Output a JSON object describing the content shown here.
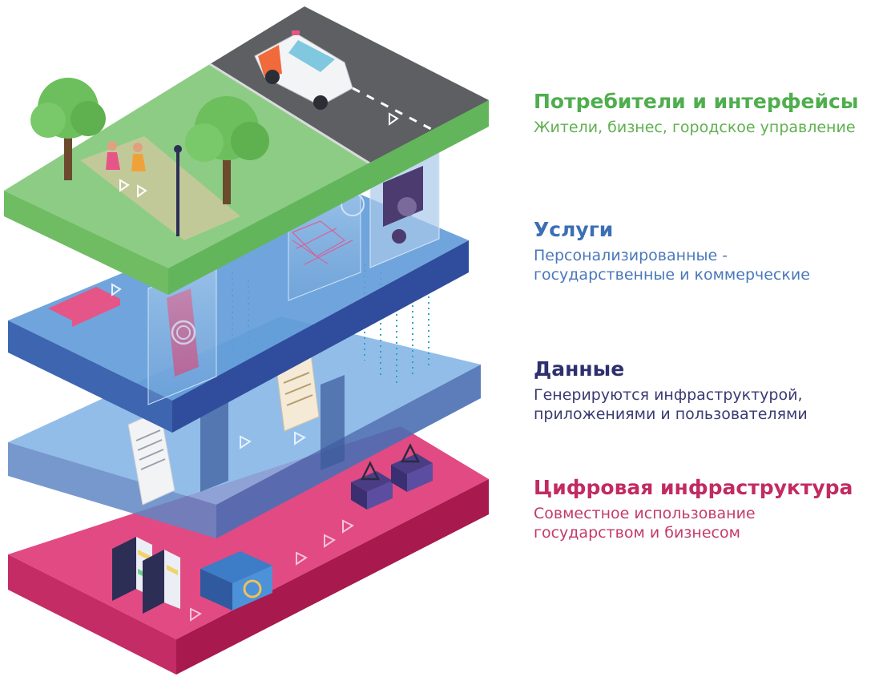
{
  "layers": [
    {
      "key": "consumers",
      "title": "Потребители и интерфейсы",
      "description": [
        "Жители, бизнес, городское управление"
      ],
      "title_color": "#4fae4d",
      "desc_color": "#5fb04f"
    },
    {
      "key": "services",
      "title": "Услуги",
      "description": [
        "Персонализированные -",
        "государственные и коммерческие"
      ],
      "title_color": "#3b6fb6",
      "desc_color": "#4a78ba"
    },
    {
      "key": "data",
      "title": "Данные",
      "description": [
        "Генерируются инфраструктурой,",
        "приложениями и пользователями"
      ],
      "title_color": "#2e2f6e",
      "desc_color": "#3a3b72"
    },
    {
      "key": "infra",
      "title": "Цифровая инфраструктура",
      "description": [
        "Совместное использование",
        "государством и бизнесом"
      ],
      "title_color": "#c22a62",
      "desc_color": "#c43a6c"
    }
  ],
  "colors": {
    "green_top": "#8dcc84",
    "green_side": "#63b55b",
    "blue_top": "#5f9bd8",
    "blue_side": "#2f4d9c",
    "data_top": "#7fb2e5",
    "data_side": "#4f72b7",
    "pink_top": "#e24a83",
    "pink_side": "#b51f57",
    "road": "#5d5f63",
    "tree": "#6cbf5c"
  },
  "icons": [
    "tree-icon",
    "car-icon",
    "runner-icon",
    "street-lamp-icon",
    "server-rack-icon",
    "document-icon",
    "router-icon",
    "fingerprint-card-icon"
  ]
}
